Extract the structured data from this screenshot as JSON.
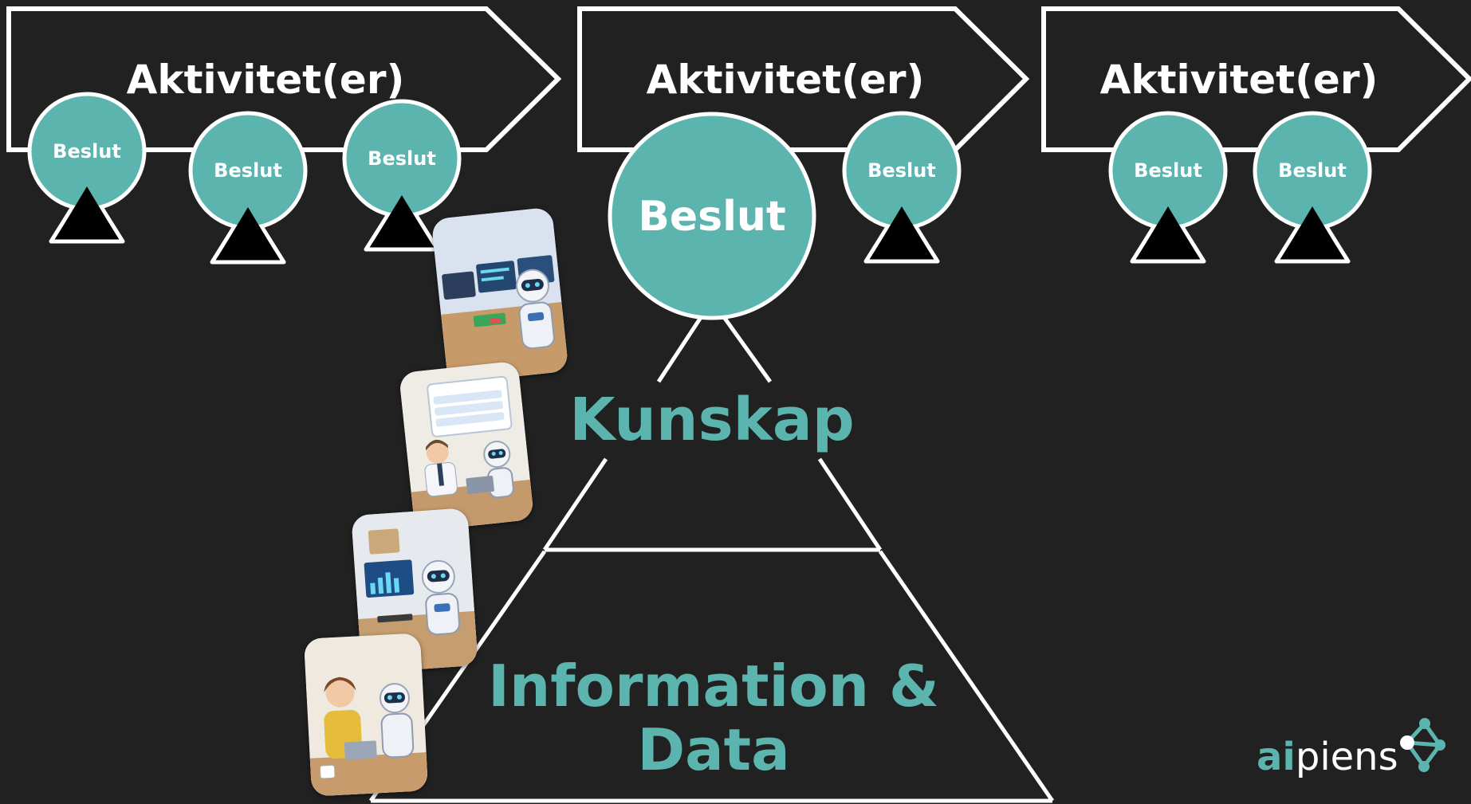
{
  "colors": {
    "background": "#212121",
    "accent": "#5bb5ae",
    "stroke": "#ffffff",
    "marker": "#000000"
  },
  "stages": [
    {
      "title": "Aktivitet(er)",
      "decisions": [
        "Beslut",
        "Beslut",
        "Beslut"
      ]
    },
    {
      "title": "Aktivitet(er)",
      "decisions": [
        "Beslut",
        "Beslut"
      ]
    },
    {
      "title": "Aktivitet(er)",
      "decisions": [
        "Beslut",
        "Beslut"
      ]
    }
  ],
  "pyramid": {
    "top": "Kunskap",
    "bottom_line1": "Information &",
    "bottom_line2": "Data"
  },
  "logo": {
    "prefix": "ai",
    "suffix": "piens"
  },
  "cards": [
    {
      "name": "robot-at-monitors-card",
      "icon": "robot-illustration-icon"
    },
    {
      "name": "robot-recommendation-card",
      "icon": "robot-illustration-icon"
    },
    {
      "name": "robot-dashboard-card",
      "icon": "robot-illustration-icon"
    },
    {
      "name": "woman-with-robot-card",
      "icon": "robot-illustration-icon"
    }
  ]
}
